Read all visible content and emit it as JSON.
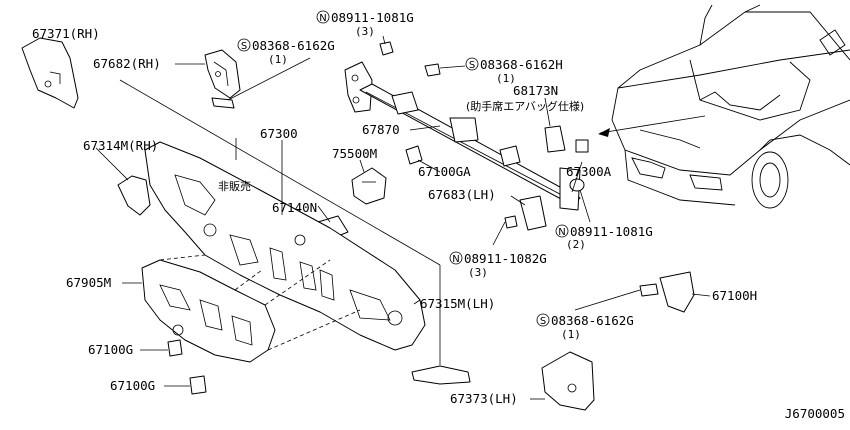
{
  "diagram": {
    "code": "J6700005",
    "parts": {
      "p67371": "67371(RH)",
      "p67682": "67682(RH)",
      "s08368_1": "08368-6162G",
      "s08368_1_qty": "(1)",
      "n08911_1": "08911-1081G",
      "n08911_1_qty": "(3)",
      "s08368_2": "08368-6162H",
      "s08368_2_qty": "(1)",
      "p68173": "68173N",
      "p68173_note": "(助手席エアバッグ仕様)",
      "p67314": "67314M(RH)",
      "p67300": "67300",
      "p67870": "67870",
      "p75500": "75500M",
      "p67100ga": "67100GA",
      "p67300a": "67300A",
      "not_for_sale": "非販売",
      "p67140": "67140N",
      "p67683": "67683(LH)",
      "n08911_2": "08911-1081G",
      "n08911_2_qty": "(2)",
      "n08911_3": "08911-1082G",
      "n08911_3_qty": "(3)",
      "p67905": "67905M",
      "p67315": "67315M(LH)",
      "p67100h": "67100H",
      "s08368_3": "08368-6162G",
      "s08368_3_qty": "(1)",
      "p67100g_1": "67100G",
      "p67100g_2": "67100G",
      "p67373": "67373(LH)"
    },
    "prefix": {
      "s": "S",
      "n": "N"
    }
  }
}
